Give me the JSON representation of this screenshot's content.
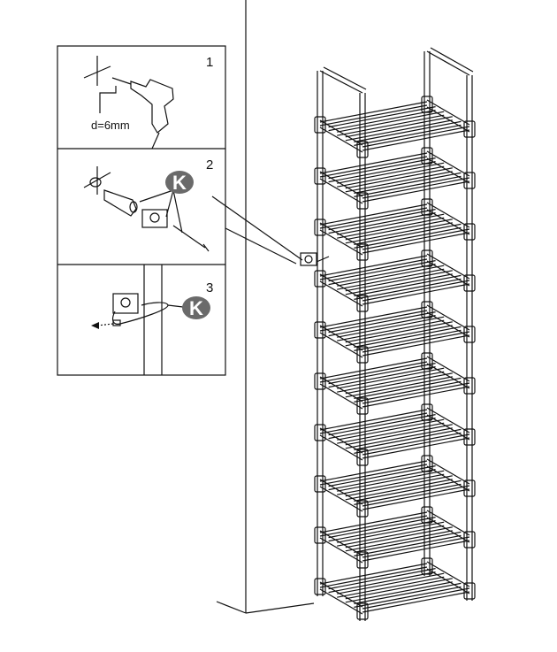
{
  "steps": [
    {
      "number": "1",
      "label": "d=6mm"
    },
    {
      "number": "2",
      "part": "K"
    },
    {
      "number": "3",
      "part": "K"
    }
  ],
  "shelf": {
    "tiers": 10
  },
  "colors": {
    "line": "#111111",
    "badge": "#6a6a6a"
  }
}
